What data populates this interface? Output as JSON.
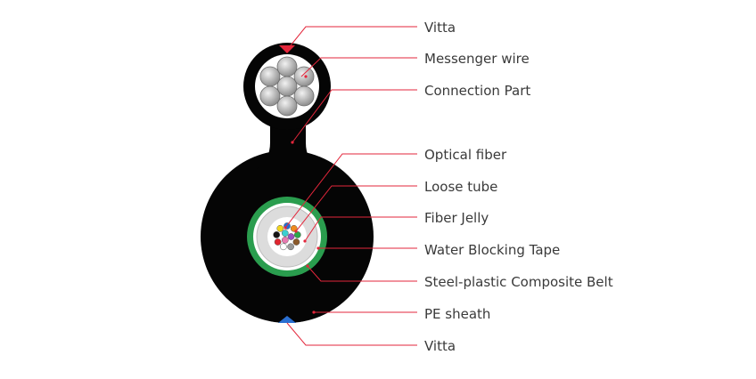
{
  "labels": {
    "vitta_top": "Vitta",
    "messenger_wire": "Messenger wire",
    "connection_part": "Connection Part",
    "optical_fiber": "Optical fiber",
    "loose_tube": "Loose tube",
    "fiber_jelly": "Fiber Jelly",
    "water_blocking_tape": "Water Blocking Tape",
    "steel_plastic_belt": "Steel-plastic Composite Belt",
    "pe_sheath": "PE sheath",
    "vitta_bottom": "Vitta"
  },
  "colors": {
    "sheath": "#050505",
    "leader": "#e3263b",
    "vitta_top": "#e3263b",
    "vitta_bottom": "#2a6fd1",
    "steel_belt": "#2a9d4e",
    "belt_inner": "#ffffff",
    "tube_fill": "#dcdcdc",
    "wire_fill": "#b4b4b4",
    "label_text": "#3a3a3a"
  },
  "fiber_colors": [
    "#1f6fd6",
    "#f08a1d",
    "#2aa84a",
    "#8b5a2b",
    "#9a9a9a",
    "#ffffff",
    "#e0262f",
    "#141414",
    "#f2d51e",
    "#9b4fc2",
    "#e879b0",
    "#3ad0d0"
  ]
}
